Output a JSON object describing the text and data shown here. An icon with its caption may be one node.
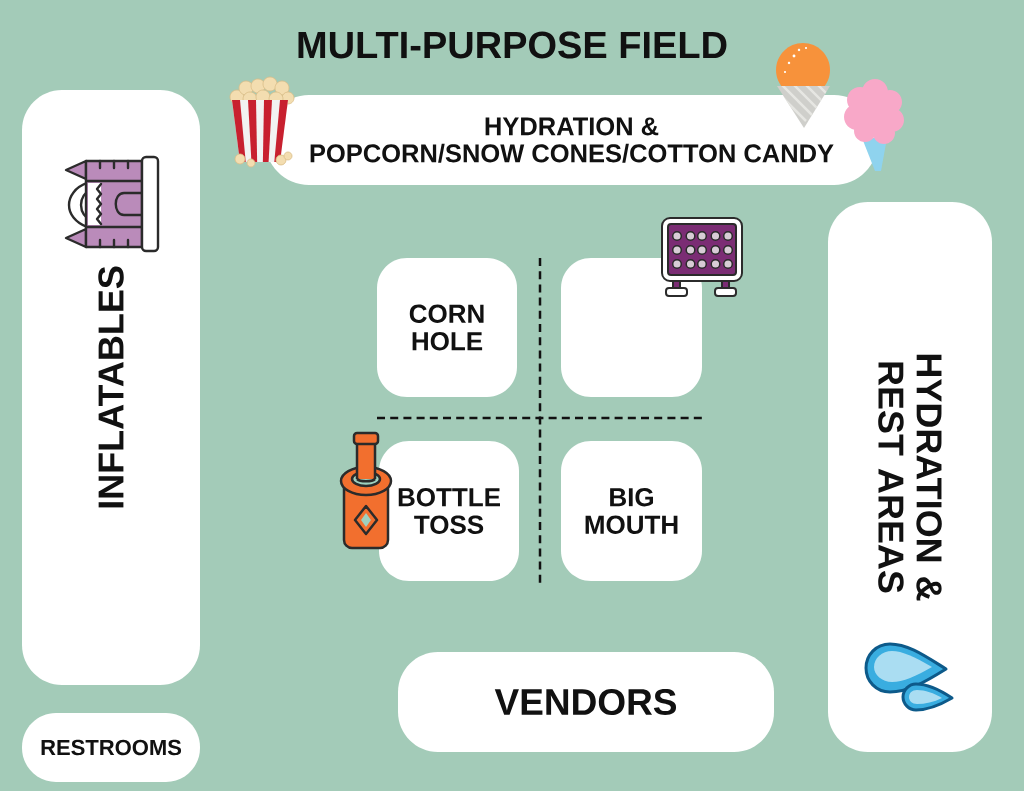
{
  "diagram": {
    "title": "MULTI-PURPOSE FIELD",
    "nodes": [
      {
        "text": [
          "INFLATABLES"
        ]
      },
      {
        "text": [
          "HYDRATION &",
          "POPCORN/SNOW CONES/COTTON CANDY"
        ]
      },
      {
        "text": [
          "HYDRATION & REST AREAS"
        ]
      },
      {
        "text": [
          "CORN HOLE"
        ]
      },
      {
        "text": [],
        "shape": "box"
      },
      {
        "text": [
          "BOTTLE TOSS"
        ]
      },
      {
        "text": [
          "BIG MOUTH"
        ]
      },
      {
        "text": [
          "VENDORS"
        ]
      },
      {
        "text": [
          "RESTROOMS"
        ]
      }
    ]
  }
}
